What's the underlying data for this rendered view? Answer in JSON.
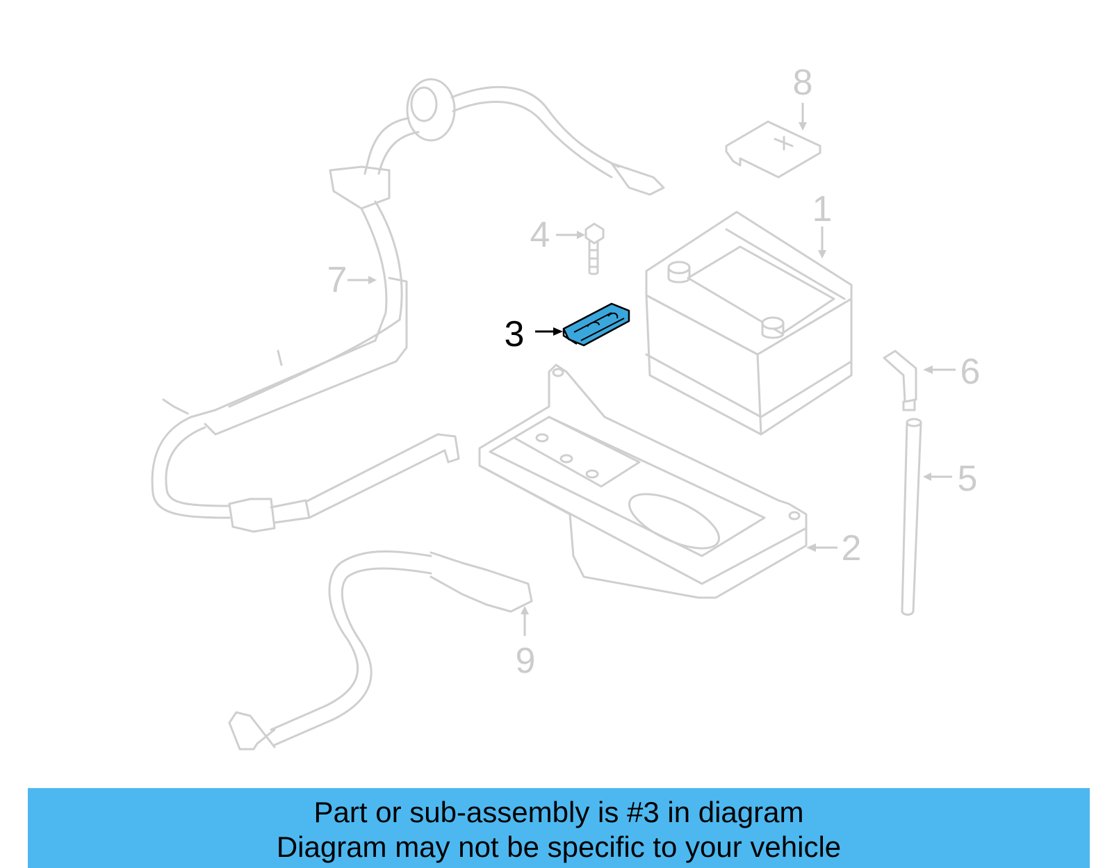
{
  "callouts": {
    "c1": "1",
    "c2": "2",
    "c3": "3",
    "c4": "4",
    "c5": "5",
    "c6": "6",
    "c7": "7",
    "c8": "8",
    "c9": "9"
  },
  "highlight": {
    "part": "3",
    "fill_color": "#3aa7dc",
    "label_color": "#000000"
  },
  "colors": {
    "line_art": "#cfcfcf",
    "banner_bg": "#4db8f0"
  },
  "banner": {
    "line1": "Part or sub-assembly is #3 in diagram",
    "line2": "Diagram may not be specific to your vehicle"
  }
}
